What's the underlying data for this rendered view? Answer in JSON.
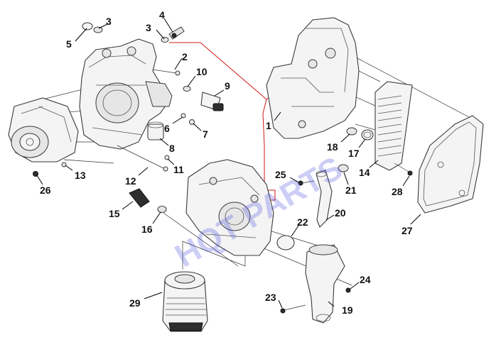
{
  "watermark": "HQT PARTS",
  "colors": {
    "connector_route": "#d01818",
    "watermark": "#4b4ee0",
    "line": "#000000"
  },
  "callouts": {
    "c1": "1",
    "c2": "2",
    "c3a": "3",
    "c3b": "3",
    "c4": "4",
    "c5": "5",
    "c6": "6",
    "c7": "7",
    "c8": "8",
    "c9": "9",
    "c10": "10",
    "c11": "11",
    "c12": "12",
    "c13": "13",
    "c14": "14",
    "c15": "15",
    "c16": "16",
    "c17": "17",
    "c18": "18",
    "c19": "19",
    "c20": "20",
    "c21": "21",
    "c22": "22",
    "c23": "23",
    "c24": "24",
    "c25": "25",
    "c26": "26",
    "c27": "27",
    "c28": "28",
    "c29": "29"
  }
}
